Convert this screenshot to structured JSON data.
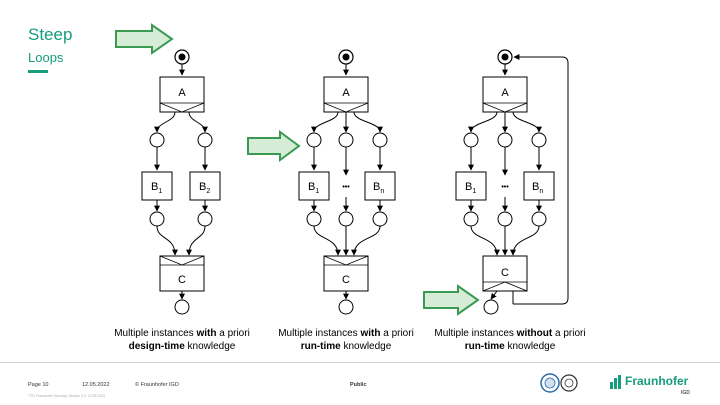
{
  "slide": {
    "title": "Steep",
    "subtitle": "Loops"
  },
  "nodes": {
    "a": "A",
    "b1": "B",
    "b1_sub": "1",
    "b2_sub": "2",
    "bn_sub": "n",
    "c": "C",
    "dots": "•••"
  },
  "captions": [
    {
      "line1_pre": "Multiple instances ",
      "line1_bold": "with",
      "line1_post": " a priori",
      "line2_bold": "design-time",
      "line2_post": " knowledge"
    },
    {
      "line1_pre": "Multiple instances ",
      "line1_bold": "with",
      "line1_post": " a priori",
      "line2_bold": "run-time",
      "line2_post": " knowledge"
    },
    {
      "line1_pre": "Multiple instances ",
      "line1_bold": "without",
      "line1_post": " a priori",
      "line2_bold": "run-time",
      "line2_post": " knowledge"
    }
  ],
  "footer": {
    "page": "Page 10",
    "date": "12.05.2022",
    "copyright": "© Fraunhofer IGD",
    "classification": "Public",
    "small_print": "TTG Fraunhofer Security, Version 2.0, 12.05.2022",
    "logo_name": "Fraunhofer",
    "logo_sub": "IGD"
  },
  "colors": {
    "accent": "#179c7d",
    "arrow_fill": "#d5ecd7",
    "arrow_stroke": "#3a9a52"
  }
}
